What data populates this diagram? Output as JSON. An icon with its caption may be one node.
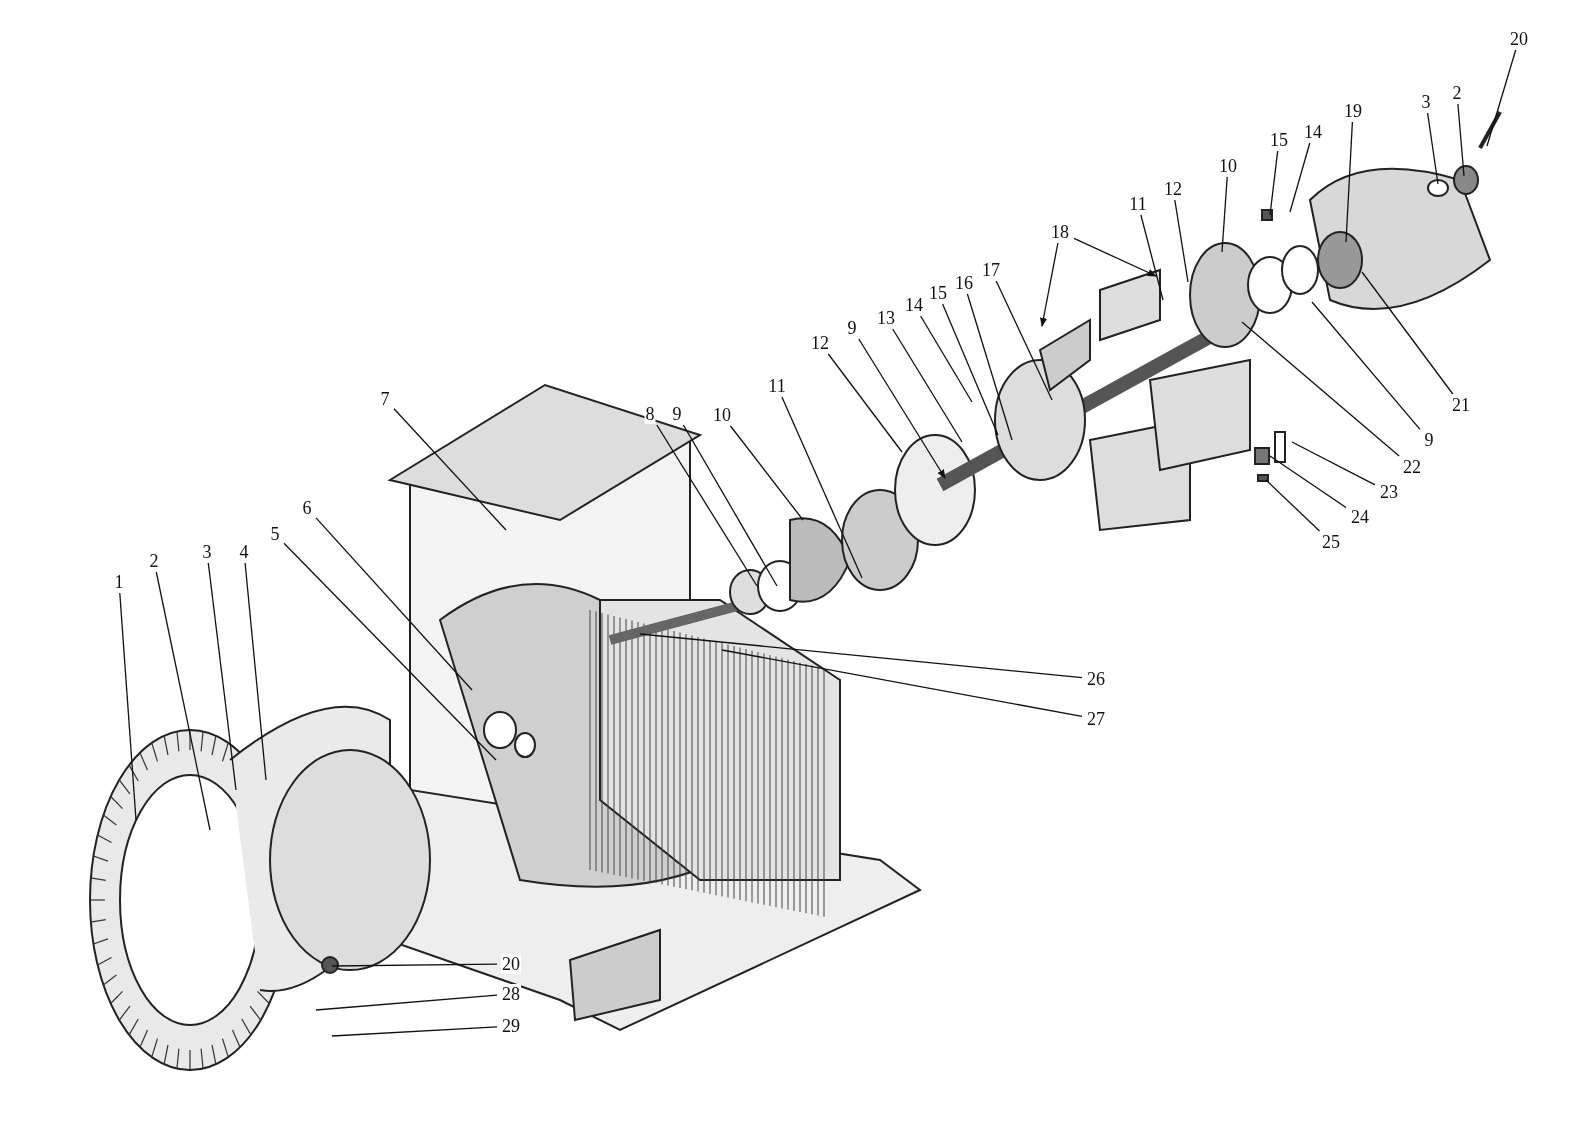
{
  "diagram": {
    "nodes": [
      {
        "text": [
          "1"
        ]
      },
      {
        "text": [
          "2"
        ]
      },
      {
        "text": [
          "3"
        ]
      },
      {
        "text": [
          "4"
        ]
      },
      {
        "text": [
          "5"
        ]
      },
      {
        "text": [
          "6"
        ]
      },
      {
        "text": [
          "7"
        ]
      },
      {
        "text": [
          "8"
        ]
      },
      {
        "text": [
          "9"
        ]
      },
      {
        "text": [
          "10"
        ]
      },
      {
        "text": [
          "11"
        ]
      },
      {
        "text": [
          "12"
        ]
      },
      {
        "text": [
          "9"
        ]
      },
      {
        "text": [
          "13"
        ]
      },
      {
        "text": [
          "14"
        ]
      },
      {
        "text": [
          "15"
        ]
      },
      {
        "text": [
          "16"
        ]
      },
      {
        "text": [
          "17"
        ]
      },
      {
        "text": [
          "18"
        ]
      },
      {
        "text": [
          "11"
        ]
      },
      {
        "text": [
          "12"
        ]
      },
      {
        "text": [
          "10"
        ]
      },
      {
        "text": [
          "15"
        ]
      },
      {
        "text": [
          "14"
        ]
      },
      {
        "text": [
          "19"
        ]
      },
      {
        "text": [
          "3"
        ]
      },
      {
        "text": [
          "2"
        ]
      },
      {
        "text": [
          "20"
        ]
      },
      {
        "text": [
          "21"
        ]
      },
      {
        "text": [
          "9"
        ]
      },
      {
        "text": [
          "22"
        ]
      },
      {
        "text": [
          "23"
        ]
      },
      {
        "text": [
          "24"
        ]
      },
      {
        "text": [
          "25"
        ]
      },
      {
        "text": [
          "26"
        ]
      },
      {
        "text": [
          "27"
        ]
      },
      {
        "text": [
          "20"
        ]
      },
      {
        "text": [
          "28"
        ]
      },
      {
        "text": [
          "29"
        ]
      }
    ],
    "edges": [
      {
        "from": 0,
        "to": null,
        "arrow": "none"
      },
      {
        "from": 1,
        "to": null,
        "arrow": "none"
      },
      {
        "from": 2,
        "to": null,
        "arrow": "none"
      },
      {
        "from": 3,
        "to": null,
        "arrow": "none"
      },
      {
        "from": 4,
        "to": null,
        "arrow": "none"
      },
      {
        "from": 5,
        "to": null,
        "arrow": "none"
      },
      {
        "from": 6,
        "to": null,
        "arrow": "none"
      },
      {
        "from": 7,
        "to": null,
        "arrow": "none"
      },
      {
        "from": 8,
        "to": null,
        "arrow": "none"
      },
      {
        "from": 9,
        "to": null,
        "arrow": "none"
      },
      {
        "from": 10,
        "to": null,
        "arrow": "none"
      },
      {
        "from": 11,
        "to": null,
        "arrow": "none"
      },
      {
        "from": 12,
        "to": null,
        "arrow": "to"
      },
      {
        "from": 13,
        "to": null,
        "arrow": "none"
      },
      {
        "from": 14,
        "to": null,
        "arrow": "none"
      },
      {
        "from": 15,
        "to": null,
        "arrow": "none"
      },
      {
        "from": 16,
        "to": null,
        "arrow": "none"
      },
      {
        "from": 17,
        "to": null,
        "arrow": "none"
      },
      {
        "from": 18,
        "to": null,
        "arrow": "to"
      },
      {
        "from": 18,
        "to": null,
        "arrow": "to"
      },
      {
        "from": 19,
        "to": null,
        "arrow": "none"
      },
      {
        "from": 20,
        "to": null,
        "arrow": "none"
      },
      {
        "from": 21,
        "to": null,
        "arrow": "none"
      },
      {
        "from": 22,
        "to": null,
        "arrow": "none"
      },
      {
        "from": 23,
        "to": null,
        "arrow": "none"
      },
      {
        "from": 24,
        "to": null,
        "arrow": "none"
      },
      {
        "from": 25,
        "to": null,
        "arrow": "none"
      },
      {
        "from": 26,
        "to": null,
        "arrow": "none"
      },
      {
        "from": 27,
        "to": null,
        "arrow": "none"
      },
      {
        "from": 28,
        "to": null,
        "arrow": "none"
      },
      {
        "from": 29,
        "to": null,
        "arrow": "none"
      },
      {
        "from": 30,
        "to": null,
        "arrow": "none"
      },
      {
        "from": 31,
        "to": null,
        "arrow": "none"
      },
      {
        "from": 32,
        "to": null,
        "arrow": "none"
      },
      {
        "from": 33,
        "to": null,
        "arrow": "none"
      },
      {
        "from": 34,
        "to": null,
        "arrow": "none"
      },
      {
        "from": 35,
        "to": null,
        "arrow": "none"
      },
      {
        "from": 36,
        "to": null,
        "arrow": "none"
      },
      {
        "from": 37,
        "to": null,
        "arrow": "none"
      },
      {
        "from": 38,
        "to": null,
        "arrow": "none"
      }
    ]
  }
}
